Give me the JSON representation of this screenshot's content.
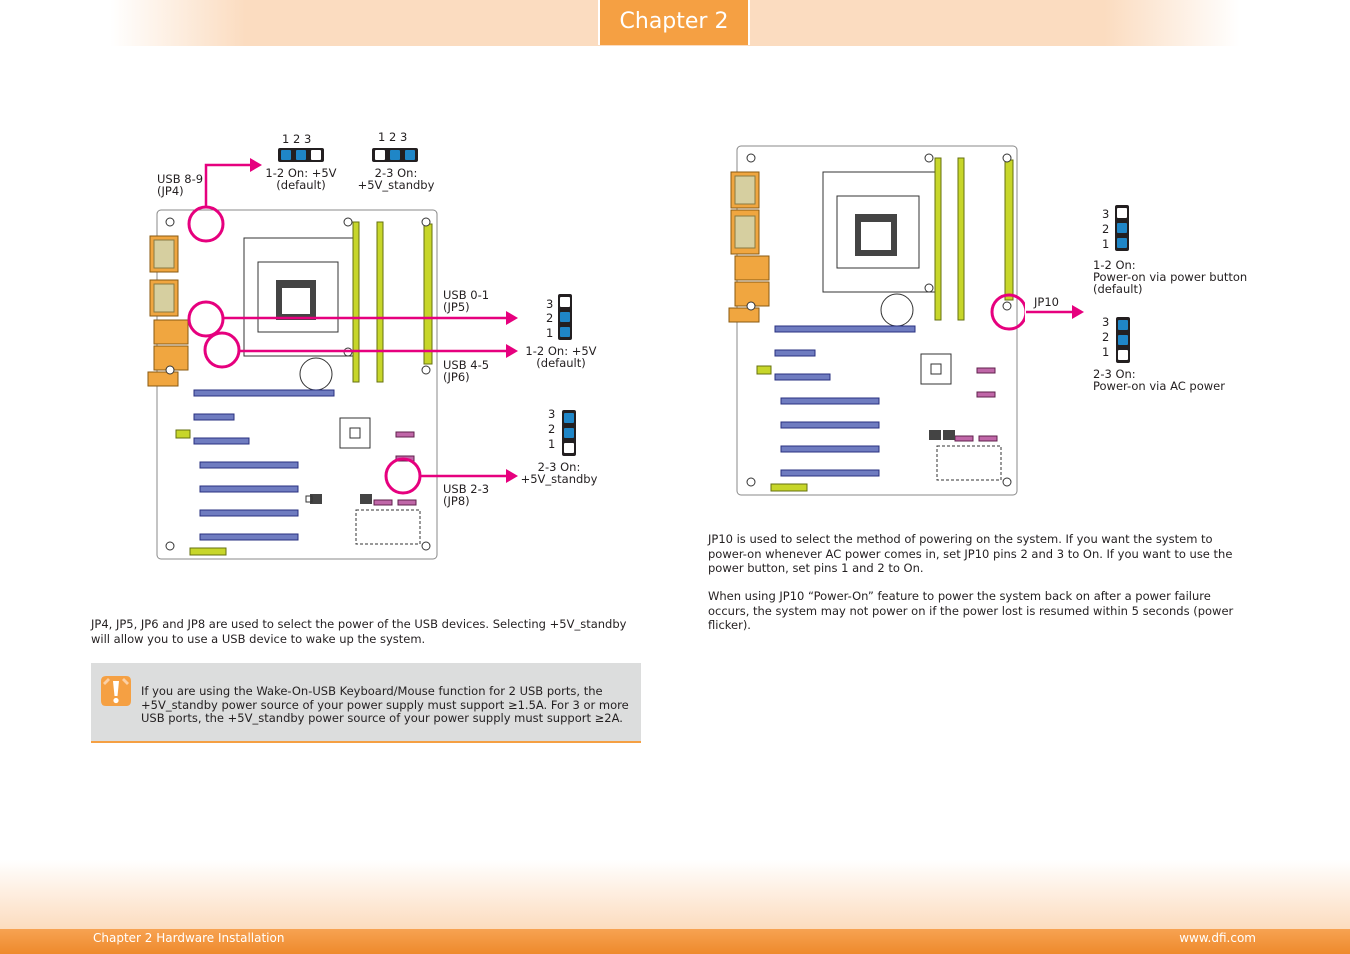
{
  "header": {
    "chapter_label": "Chapter 2"
  },
  "footer": {
    "left": "Chapter 2 Hardware Installation",
    "right": "www.dfi.com"
  },
  "colors": {
    "accent_orange": "#f5a043",
    "callout_magenta": "#e6007e",
    "pin_blue": "#1f86c7",
    "jumper_black": "#231f20"
  },
  "left_diagram": {
    "usb89": {
      "line1": "USB 8-9",
      "line2": "(JP4)"
    },
    "usb01": {
      "line1": "USB 0-1",
      "line2": "(JP5)"
    },
    "usb45": {
      "line1": "USB 4-5",
      "line2": "(JP6)"
    },
    "usb23": {
      "line1": "USB 2-3",
      "line2": "(JP8)"
    },
    "top_jumper_a": {
      "pins": "1  2  3",
      "line1": "1-2 On: +5V",
      "line2": "(default)"
    },
    "top_jumper_b": {
      "pins": "1  2  3",
      "line1": "2-3 On:",
      "line2": "+5V_standby"
    },
    "mid_jumper": {
      "pin3": "3",
      "pin2": "2",
      "pin1": "1",
      "line1": "1-2 On:  +5V",
      "line2": "(default)"
    },
    "low_jumper": {
      "pin3": "3",
      "pin2": "2",
      "pin1": "1",
      "line1": "2-3 On:",
      "line2": "+5V_standby"
    }
  },
  "right_diagram": {
    "jp10_label": "JP10",
    "jumper_a": {
      "pin3": "3",
      "pin2": "2",
      "pin1": "1",
      "line1": "1-2 On:",
      "line2": "Power-on via power button",
      "line3": "(default)"
    },
    "jumper_b": {
      "pin3": "3",
      "pin2": "2",
      "pin1": "1",
      "line1": "2-3 On:",
      "line2": "Power-on via AC power"
    }
  },
  "left_text": "JP4, JP5, JP6 and JP8 are used to select the power of the USB devices. Selecting +5V_standby will allow you to use a USB device to wake up the system.",
  "note": {
    "icon": "warning-exclamation-icon",
    "text": "If you are using the Wake-On-USB Keyboard/Mouse function for 2 USB ports, the +5V_standby power source of your power supply must support ≥1.5A. For 3 or more USB ports, the +5V_standby power source of your power supply must support ≥2A."
  },
  "right_text": {
    "para1": "JP10 is used to select the method of powering on the system. If you want the system to power-on whenever AC power comes in, set JP10 pins 2 and 3 to On. If you want to use the power button, set pins 1 and 2 to On.",
    "para2": "When using JP10 “Power-On” feature to power the system back on after a power failure occurs, the system may not power on if the power lost is resumed within 5 seconds (power flicker)."
  }
}
